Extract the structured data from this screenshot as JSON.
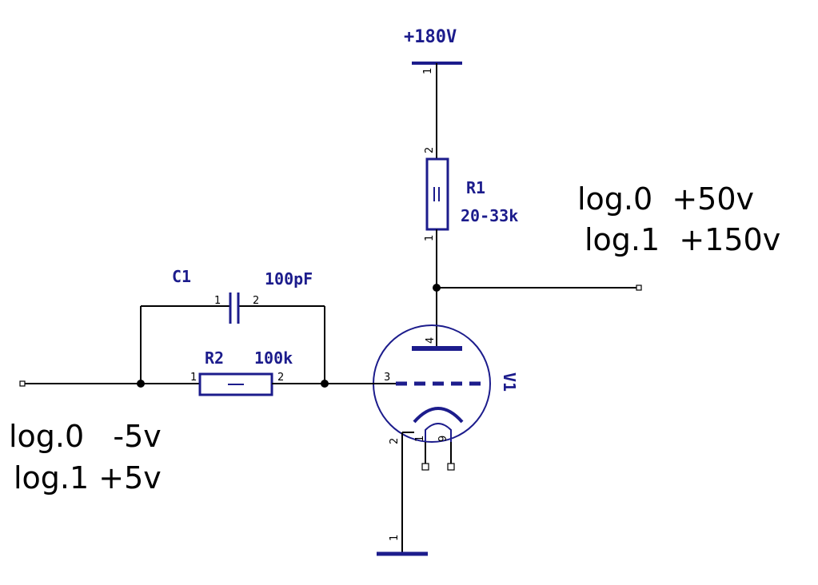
{
  "supply": {
    "label": "+180V"
  },
  "resistor_r1": {
    "ref": "R1",
    "value": "20-33k",
    "pin_top": "2",
    "pin_bottom": "1"
  },
  "resistor_r2": {
    "ref": "R2",
    "value": "100k",
    "pin_left": "1",
    "pin_right": "2"
  },
  "capacitor_c1": {
    "ref": "C1",
    "value": "100pF",
    "pin_left": "1",
    "pin_right": "2"
  },
  "supply_pin": "1",
  "ground_pins": {
    "top": "2",
    "bottom": "1"
  },
  "tube_v1": {
    "ref": "V1",
    "anode_pin": "4",
    "grid_pin": "3",
    "cathode_pin": "2",
    "heater_pin_a": "1",
    "heater_pin_b": "9"
  },
  "output_levels": {
    "line0": "log.0  +50v",
    "line1": "log.1  +150v"
  },
  "input_levels": {
    "line0": "log.0   -5v",
    "line1": "log.1 +5v"
  },
  "colors": {
    "component": "#1c1c8c",
    "wire": "#000000",
    "text": "#000000"
  }
}
